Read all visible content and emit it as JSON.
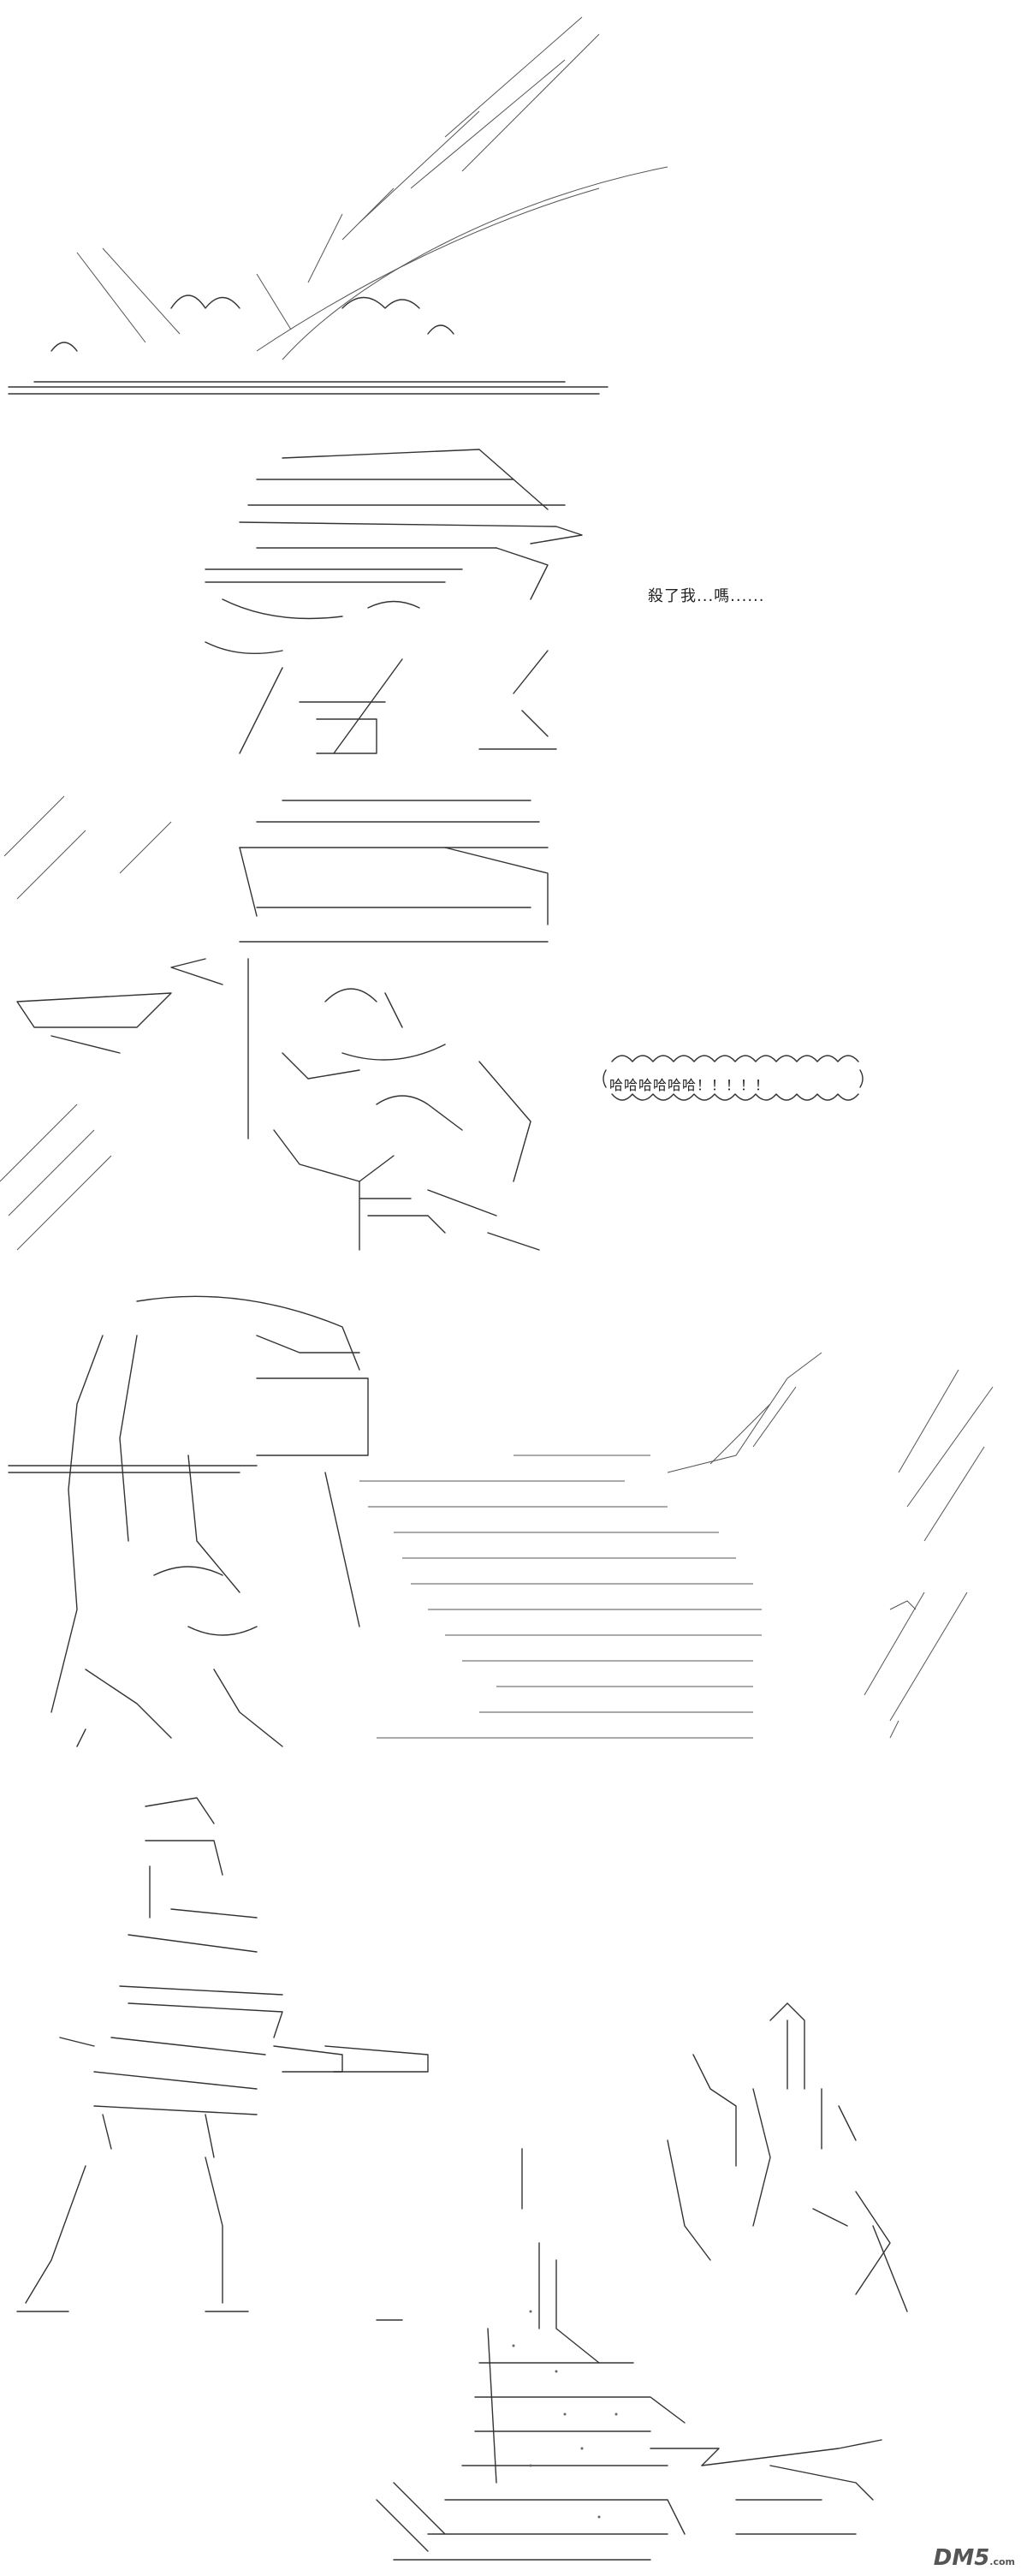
{
  "dialog": {
    "text": "殺了我...嗎......"
  },
  "laugh": {
    "text": "哈哈哈哈哈哈！！！！！"
  },
  "watermark": {
    "brand": "DM5",
    "suffix": ".com"
  }
}
